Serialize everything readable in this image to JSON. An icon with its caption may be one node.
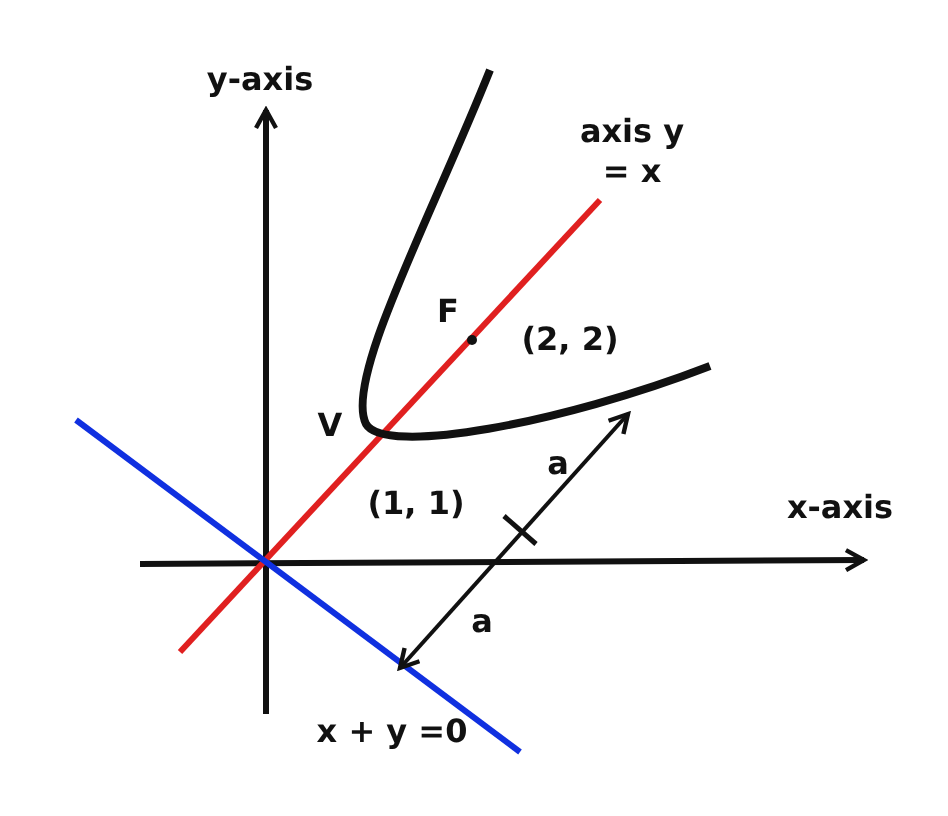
{
  "diagram": {
    "labels": [
      "y-axis",
      "axis y = x",
      "F",
      "(2, 2)",
      "V",
      "a",
      "(1, 1)",
      "x-axis",
      "a",
      "x + y =0"
    ]
  }
}
